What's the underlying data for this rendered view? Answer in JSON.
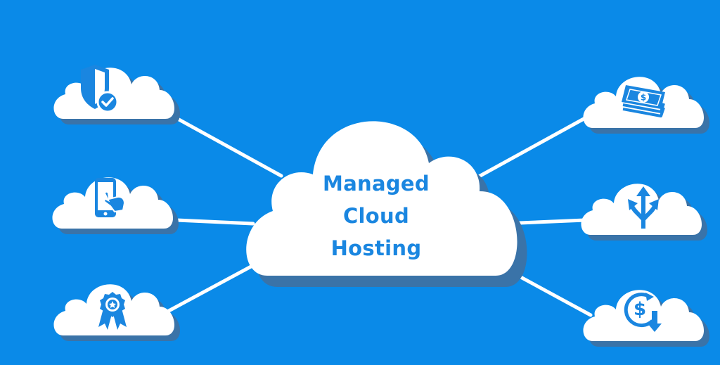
{
  "colors": {
    "background": "#0a8ae8",
    "cloud": "#ffffff",
    "cloud_shadow": "#3a73a8",
    "icon": "#1a86e0",
    "connector": "#ffffff"
  },
  "center_node": {
    "lines": [
      "Managed",
      "Cloud",
      "Hosting"
    ]
  },
  "nodes": [
    {
      "id": "security",
      "icon": "shield-check-icon"
    },
    {
      "id": "mobile",
      "icon": "phone-touch-icon"
    },
    {
      "id": "quality",
      "icon": "award-ribbon-icon"
    },
    {
      "id": "cost",
      "icon": "money-bills-icon"
    },
    {
      "id": "scalability",
      "icon": "arrows-split-icon"
    },
    {
      "id": "savings",
      "icon": "dollar-down-icon"
    }
  ]
}
